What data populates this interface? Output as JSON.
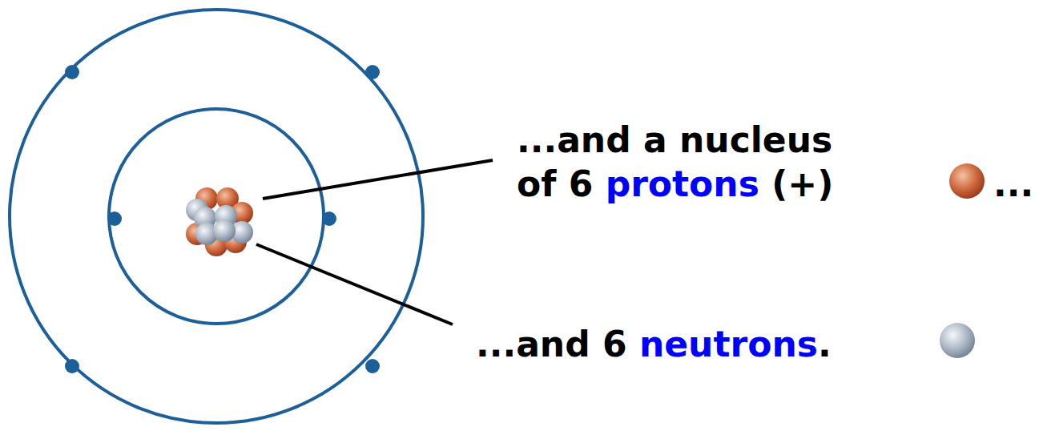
{
  "diagram": {
    "labels": [
      "...and a nucleus of 6 protons (+)",
      "...",
      "...and 6 neutrons."
    ]
  }
}
